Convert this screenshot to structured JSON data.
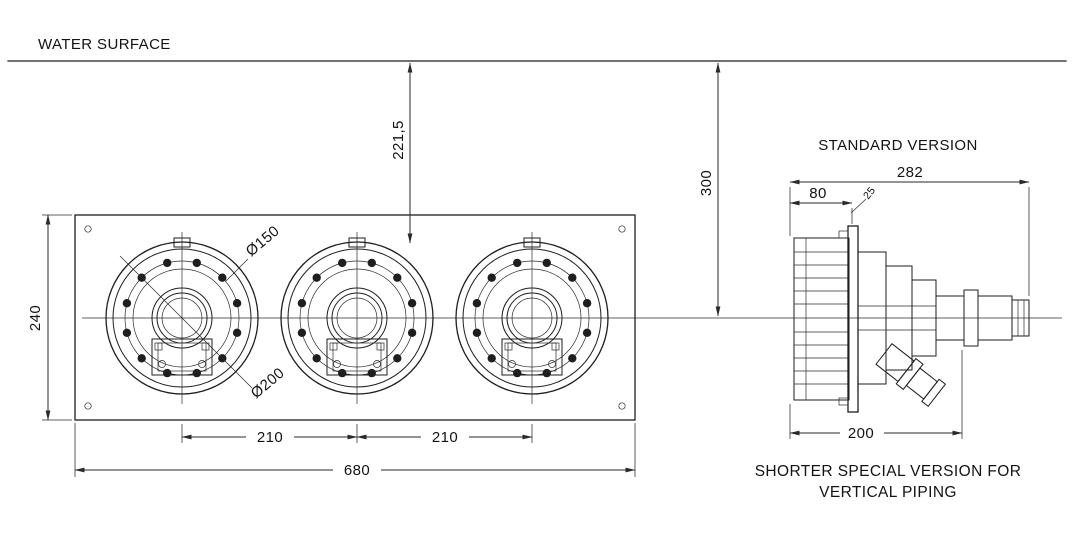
{
  "drawing": {
    "water_surface_label": "WATER SURFACE",
    "front_view": {
      "dim_plate_height": "240",
      "dim_water_to_flange_top": "221,5",
      "dim_water_to_centerline": "300",
      "dim_center_spacing_left": "210",
      "dim_center_spacing_right": "210",
      "dim_plate_width": "680",
      "dia_bolt_circle": "Ø150",
      "dia_flange": "Ø200"
    },
    "side_view": {
      "title": "STANDARD VERSION",
      "dim_overall_depth": "282",
      "dim_rear_housing_depth": "80",
      "dim_flange_offset": "25",
      "dim_special_version_depth": "200",
      "caption_line1": "SHORTER SPECIAL VERSION FOR",
      "caption_line2": "VERTICAL PIPING"
    }
  }
}
